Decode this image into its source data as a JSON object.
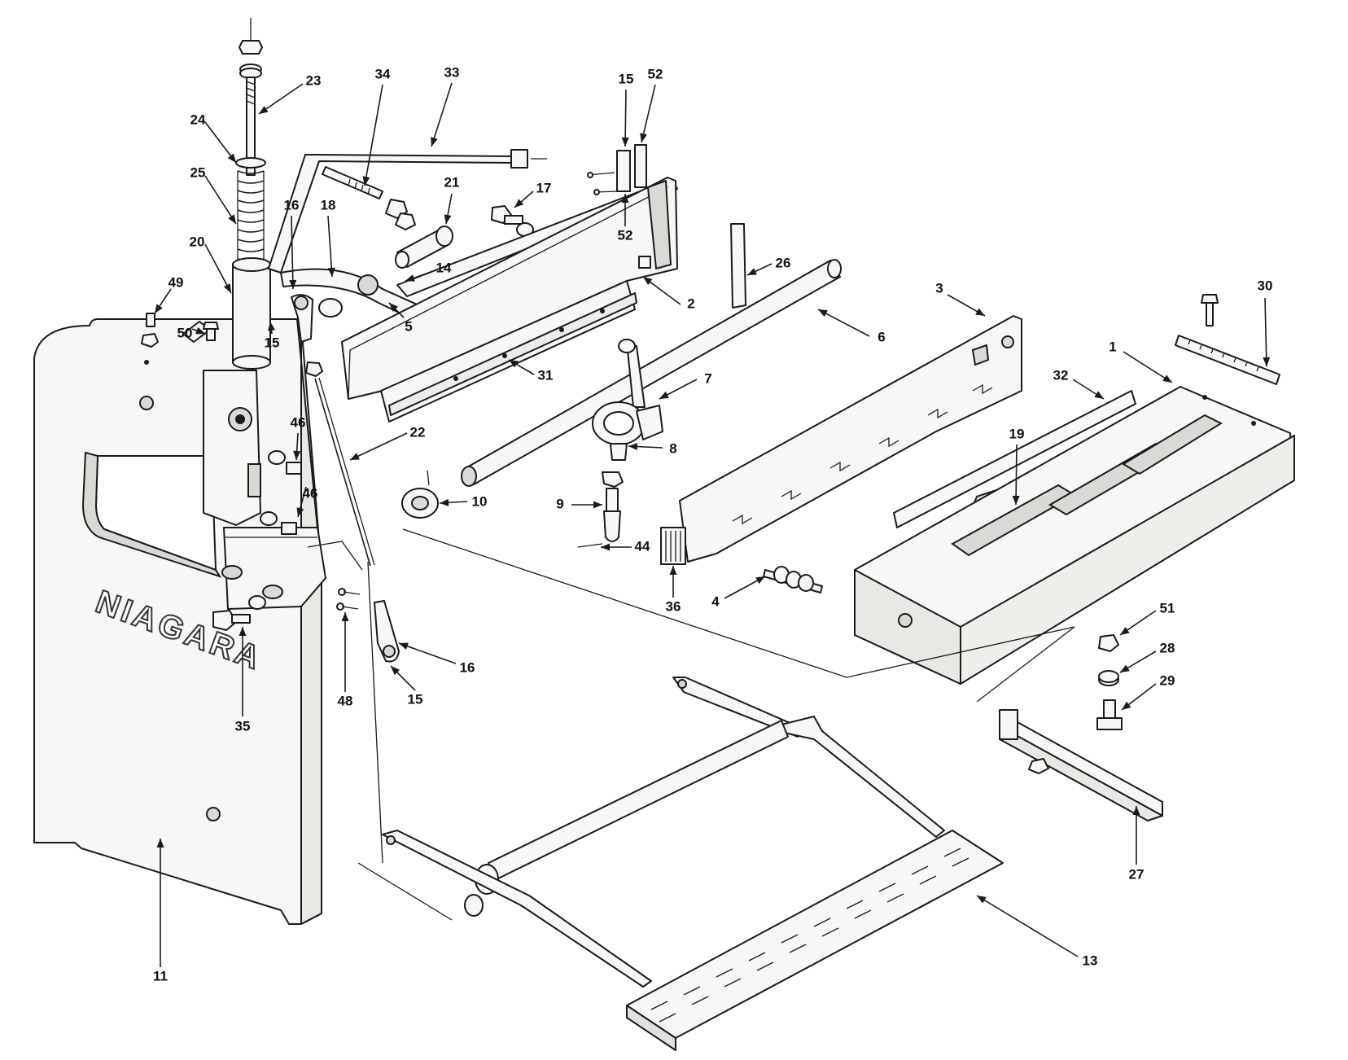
{
  "diagram": {
    "brand_text": "NIAGARA",
    "callouts": [
      {
        "id": "c-23",
        "label": "23"
      },
      {
        "id": "c-24",
        "label": "24"
      },
      {
        "id": "c-25",
        "label": "25"
      },
      {
        "id": "c-20",
        "label": "20"
      },
      {
        "id": "c-49",
        "label": "49"
      },
      {
        "id": "c-50",
        "label": "50"
      },
      {
        "id": "c-34",
        "label": "34"
      },
      {
        "id": "c-33",
        "label": "33"
      },
      {
        "id": "c-16a",
        "label": "16"
      },
      {
        "id": "c-18",
        "label": "18"
      },
      {
        "id": "c-15a",
        "label": "15"
      },
      {
        "id": "c-21",
        "label": "21"
      },
      {
        "id": "c-17",
        "label": "17"
      },
      {
        "id": "c-15b",
        "label": "15"
      },
      {
        "id": "c-52a",
        "label": "52"
      },
      {
        "id": "c-52b",
        "label": "52"
      },
      {
        "id": "c-14",
        "label": "14"
      },
      {
        "id": "c-5",
        "label": "5"
      },
      {
        "id": "c-2",
        "label": "2"
      },
      {
        "id": "c-26",
        "label": "26"
      },
      {
        "id": "c-6",
        "label": "6"
      },
      {
        "id": "c-3",
        "label": "3"
      },
      {
        "id": "c-31",
        "label": "31"
      },
      {
        "id": "c-7",
        "label": "7"
      },
      {
        "id": "c-8",
        "label": "8"
      },
      {
        "id": "c-22",
        "label": "22"
      },
      {
        "id": "c-46a",
        "label": "46"
      },
      {
        "id": "c-46b",
        "label": "46"
      },
      {
        "id": "c-10",
        "label": "10"
      },
      {
        "id": "c-9",
        "label": "9"
      },
      {
        "id": "c-44",
        "label": "44"
      },
      {
        "id": "c-36",
        "label": "36"
      },
      {
        "id": "c-4",
        "label": "4"
      },
      {
        "id": "c-1",
        "label": "1"
      },
      {
        "id": "c-32",
        "label": "32"
      },
      {
        "id": "c-19",
        "label": "19"
      },
      {
        "id": "c-30",
        "label": "30"
      },
      {
        "id": "c-51",
        "label": "51"
      },
      {
        "id": "c-28",
        "label": "28"
      },
      {
        "id": "c-29",
        "label": "29"
      },
      {
        "id": "c-27",
        "label": "27"
      },
      {
        "id": "c-35",
        "label": "35"
      },
      {
        "id": "c-48",
        "label": "48"
      },
      {
        "id": "c-15c",
        "label": "15"
      },
      {
        "id": "c-16b",
        "label": "16"
      },
      {
        "id": "c-11",
        "label": "11"
      },
      {
        "id": "c-13",
        "label": "13"
      }
    ]
  }
}
